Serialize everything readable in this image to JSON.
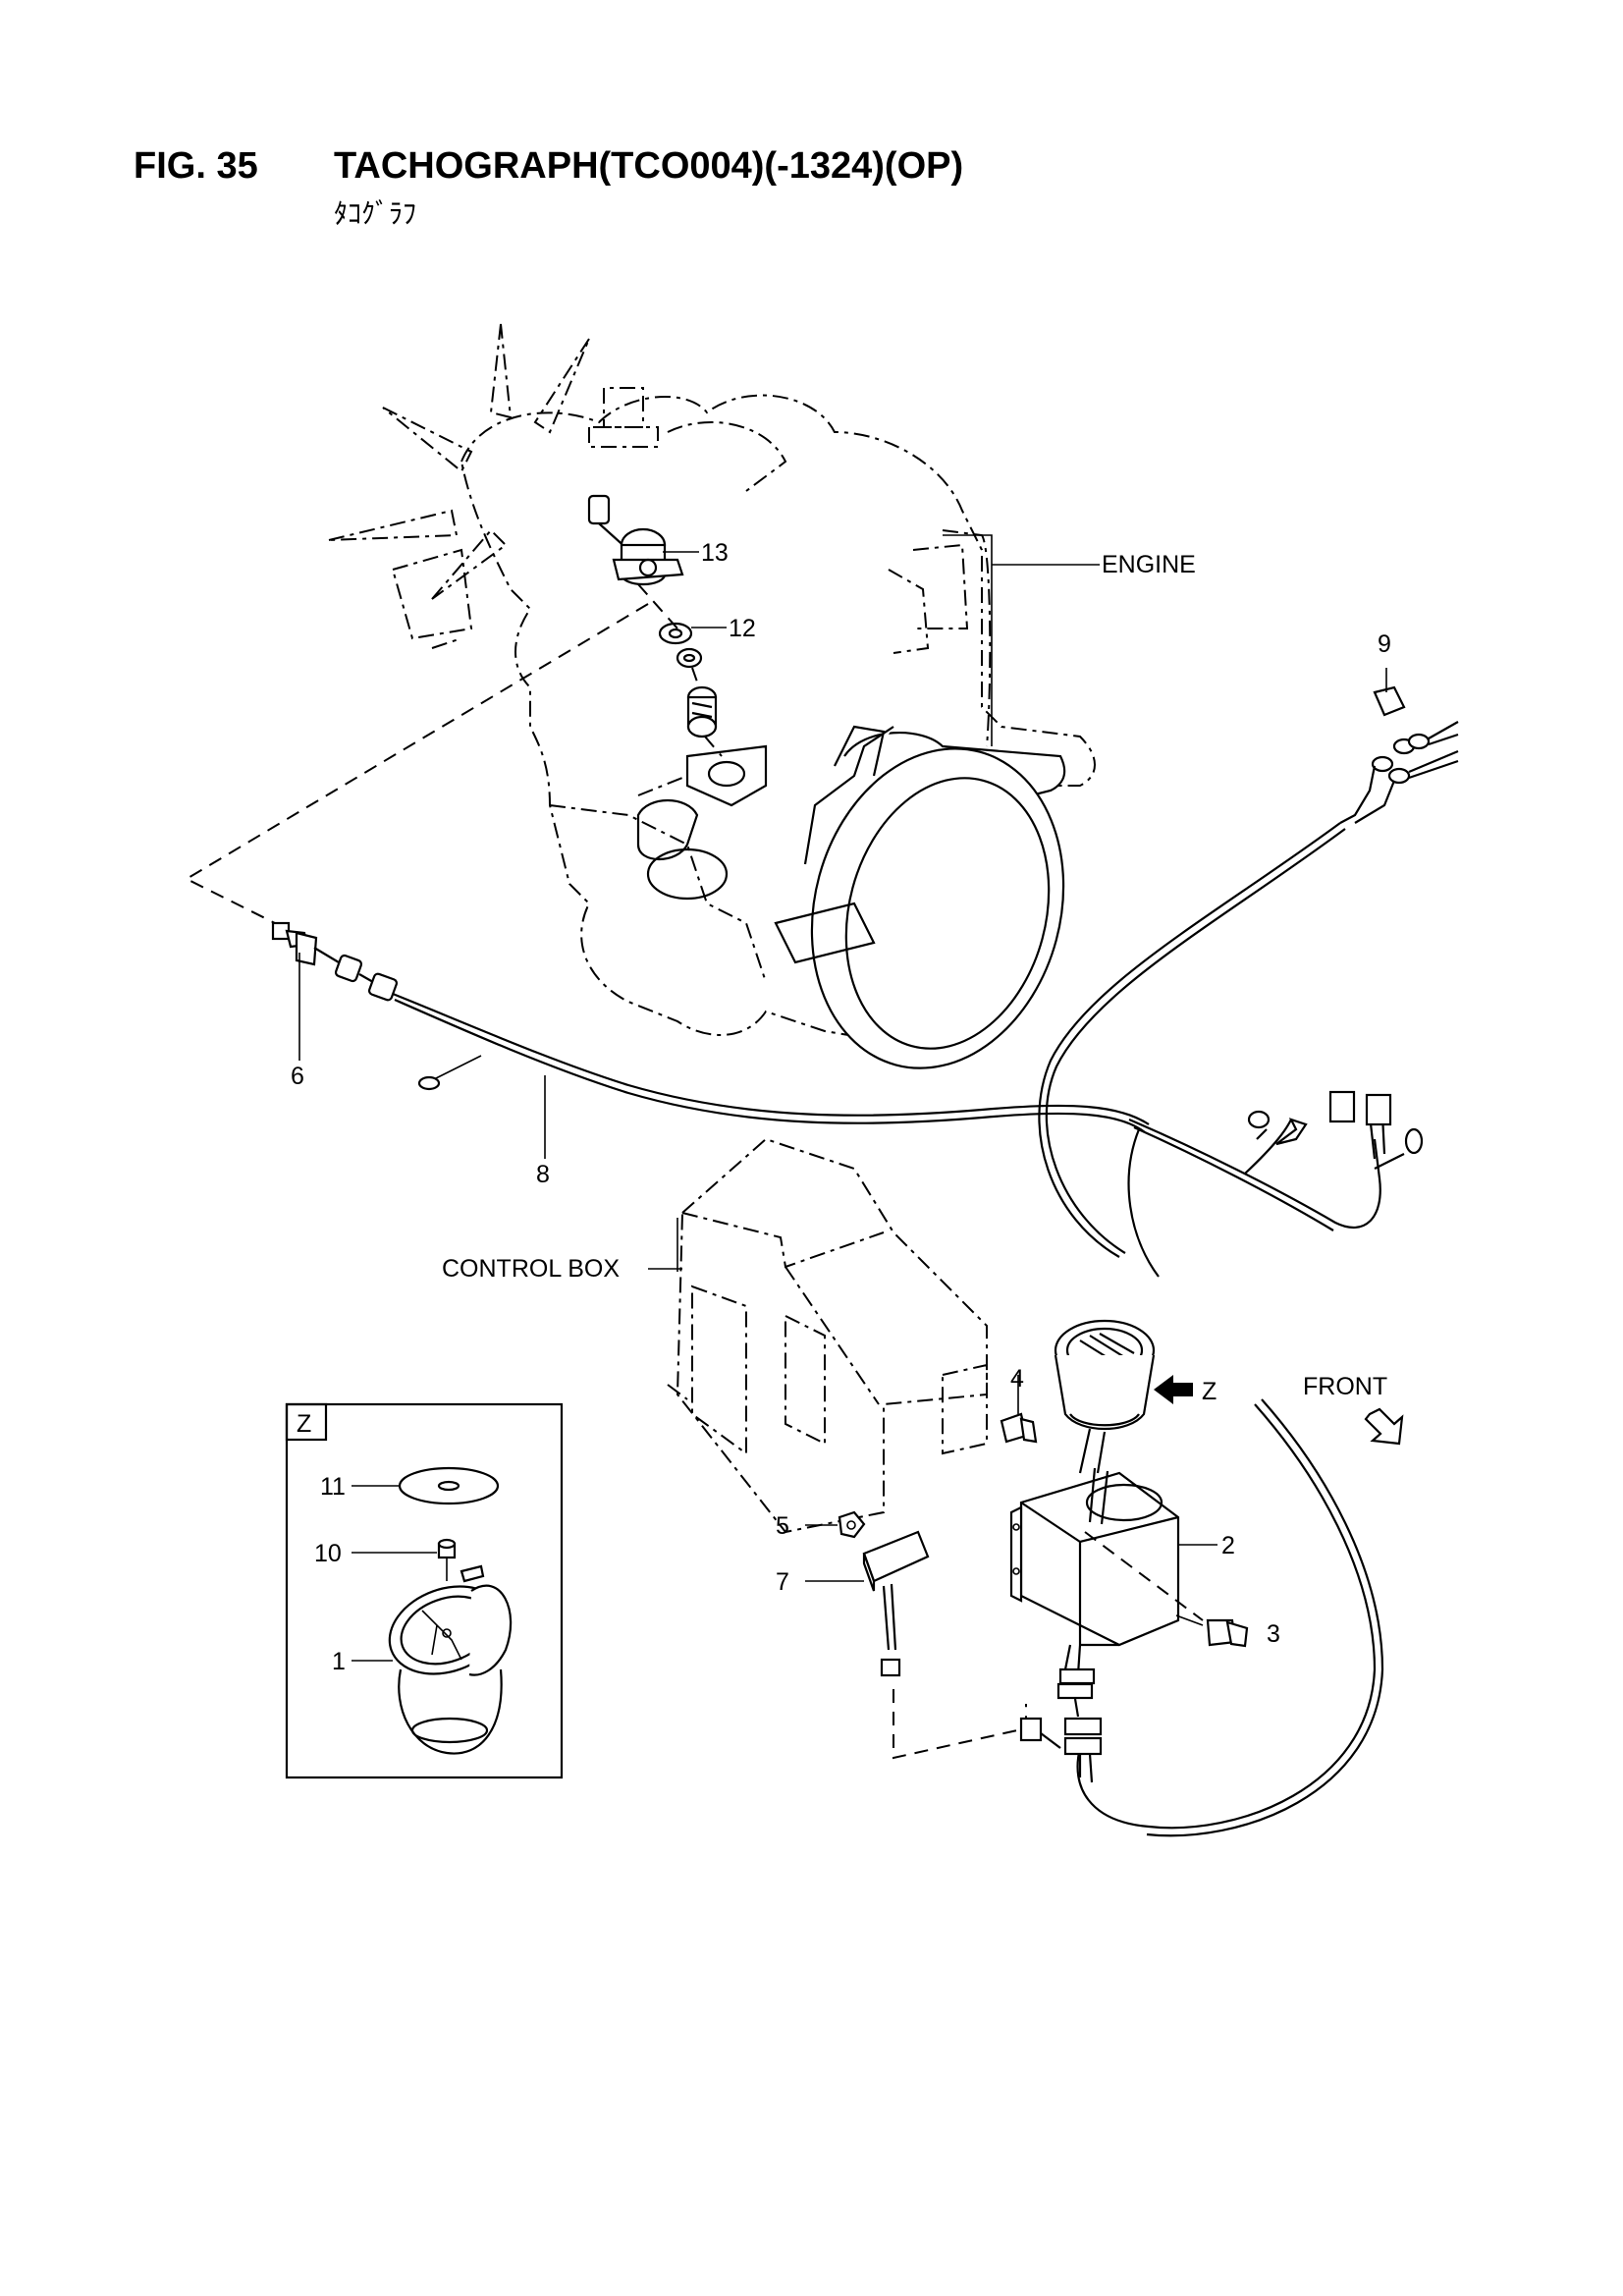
{
  "header": {
    "fig_number": "FIG. 35",
    "title": "TACHOGRAPH(TCO004)(-1324)(OP)",
    "subtitle": "ﾀｺｸﾞﾗﾌ"
  },
  "labels": {
    "engine": "ENGINE",
    "control_box": "CONTROL BOX",
    "front": "FRONT",
    "z_view": "Z",
    "z_box": "Z"
  },
  "callouts": {
    "p1": "1",
    "p2": "2",
    "p3": "3",
    "p4": "4",
    "p5": "5",
    "p6": "6",
    "p7": "7",
    "p8": "8",
    "p9": "9",
    "p10": "10",
    "p11": "11",
    "p12": "12",
    "p13": "13"
  }
}
